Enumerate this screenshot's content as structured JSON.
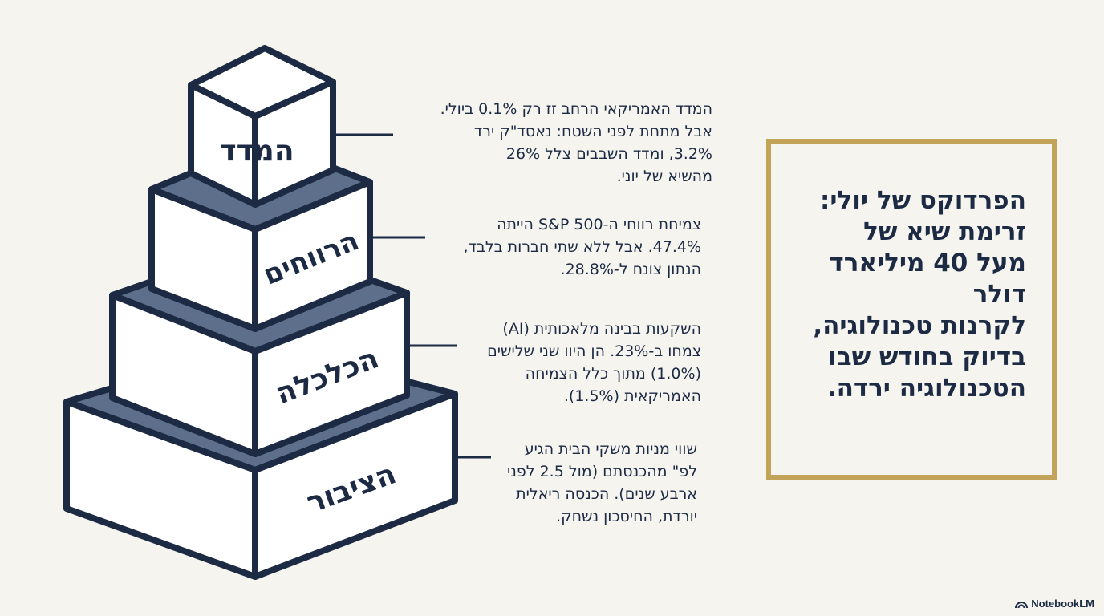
{
  "colors": {
    "navy": "#1c2a44",
    "slate_top": "#5e6f8c",
    "gold": "#c1a35a",
    "box_fill": "#ffffff",
    "background": "#f5f4ef"
  },
  "tiers": [
    {
      "label": "המדד",
      "description": "המדד האמריקאי הרחב זז רק 0.1% ביולי.\nאבל מתחת לפני השטח: נאסד\"ק ירד\n3.2%, ומדד השבבים צלל 26%\nמהשיא של יוני."
    },
    {
      "label": "הרווחים",
      "description": "צמיחת רווחי ה-S&P 500 הייתה\n47.4%. אבל ללא שתי חברות בלבד,\nהנתון צונח ל-28.8%."
    },
    {
      "label": "הכלכלה",
      "description": "השקעות בבינה מלאכותית (AI)\nצמחו ב-23%. הן היוו שני שלישים\n(1.0%) מתוך כלל הצמיחה\nהאמריקאית (1.5%)."
    },
    {
      "label": "הציבור",
      "description": "שווי מניות משקי הבית הגיע\nלפ\" מהכנסתם (מול 2.5 לפני\nארבע שנים). הכנסה ריאלית\nיורדת, החיסכון נשחק."
    }
  ],
  "callout": {
    "text": "הפרדוקס של יולי:\nזרימת שיא של\nמעל 40 מיליארד\nדולר\nלקרנות טכנולוגיה,\nבדיוק בחודש שבו\nהטכנולוגיה ירדה."
  },
  "brand": {
    "name": "NotebookLM",
    "icon": "notebooklm-logo-icon"
  }
}
